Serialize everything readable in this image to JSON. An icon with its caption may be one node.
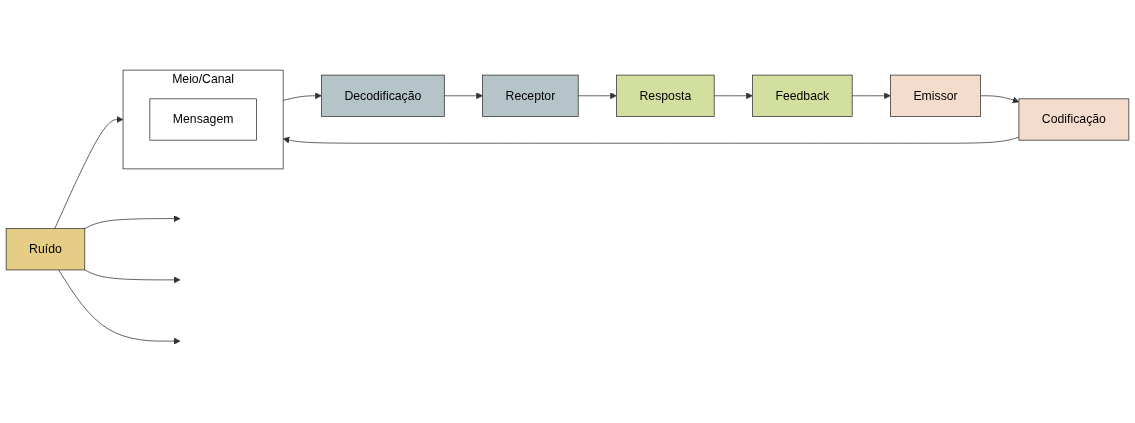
{
  "diagram": {
    "nodes": [
      {
        "text": [
          "Emissor"
        ]
      },
      {
        "text": [
          "Codificação"
        ]
      },
      {
        "text": [
          "Meio/Canal"
        ]
      },
      {
        "text": [
          "Mensagem"
        ],
        "in": 2
      },
      {
        "text": [
          "Decodificação"
        ]
      },
      {
        "text": [
          "Receptor"
        ]
      },
      {
        "text": [
          "Ruído"
        ]
      },
      {
        "text": [
          "Feedback"
        ]
      },
      {
        "text": [
          "Resposta"
        ]
      }
    ],
    "edges": [
      {
        "from": 0,
        "to": 1,
        "arrow": "to"
      },
      {
        "from": 1,
        "to": 2,
        "arrow": "to"
      },
      {
        "from": 2,
        "to": 4,
        "arrow": "to"
      },
      {
        "from": 4,
        "to": 5,
        "arrow": "to"
      },
      {
        "from": 5,
        "to": 8,
        "arrow": "to"
      },
      {
        "from": 8,
        "to": 7,
        "arrow": "to"
      },
      {
        "from": 7,
        "to": 0,
        "arrow": "to"
      },
      {
        "from": 6,
        "to": 2,
        "arrow": "to"
      },
      {
        "from": 6,
        "to": null,
        "arrow": "to"
      },
      {
        "from": 6,
        "to": null,
        "arrow": "to"
      },
      {
        "from": 6,
        "to": null,
        "arrow": "to"
      }
    ]
  }
}
